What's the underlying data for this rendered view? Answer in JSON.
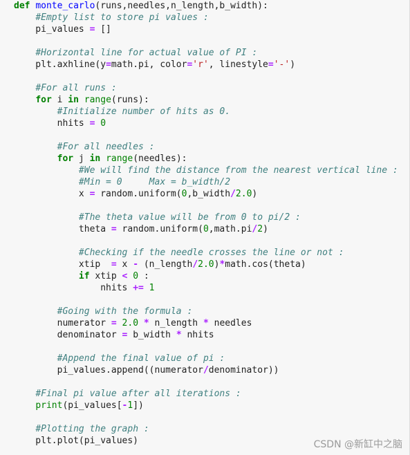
{
  "colors": {
    "keyword": "#008000",
    "function_name": "#0000ff",
    "comment": "#408080",
    "string": "#ba2121",
    "number": "#008000",
    "operator": "#aa22ff",
    "builtin": "#008000",
    "text": "#212121",
    "cell_background": "#f7f7f7"
  },
  "code_lines": [
    [
      [
        "kw",
        "def"
      ],
      [
        "p",
        " "
      ],
      [
        "def",
        "monte_carlo"
      ],
      [
        "p",
        "(runs,needles,n_length,b_width):"
      ]
    ],
    [
      [
        "p",
        "    "
      ],
      [
        "cm",
        "#Empty list to store pi values :"
      ]
    ],
    [
      [
        "p",
        "    pi_values "
      ],
      [
        "op",
        "="
      ],
      [
        "p",
        " []"
      ]
    ],
    [],
    [
      [
        "p",
        "    "
      ],
      [
        "cm",
        "#Horizontal line for actual value of PI :"
      ]
    ],
    [
      [
        "p",
        "    plt.axhline(y"
      ],
      [
        "op",
        "="
      ],
      [
        "p",
        "math.pi, color"
      ],
      [
        "op",
        "="
      ],
      [
        "str",
        "'r'"
      ],
      [
        "p",
        ", linestyle"
      ],
      [
        "op",
        "="
      ],
      [
        "str",
        "'-'"
      ],
      [
        "p",
        ")"
      ]
    ],
    [],
    [
      [
        "p",
        "    "
      ],
      [
        "cm",
        "#For all runs :"
      ]
    ],
    [
      [
        "p",
        "    "
      ],
      [
        "kw",
        "for"
      ],
      [
        "p",
        " i "
      ],
      [
        "kw",
        "in"
      ],
      [
        "p",
        " "
      ],
      [
        "bi",
        "range"
      ],
      [
        "p",
        "(runs):"
      ]
    ],
    [
      [
        "p",
        "        "
      ],
      [
        "cm",
        "#Initialize number of hits as 0."
      ]
    ],
    [
      [
        "p",
        "        nhits "
      ],
      [
        "op",
        "="
      ],
      [
        "p",
        " "
      ],
      [
        "num",
        "0"
      ]
    ],
    [],
    [
      [
        "p",
        "        "
      ],
      [
        "cm",
        "#For all needles :"
      ]
    ],
    [
      [
        "p",
        "        "
      ],
      [
        "kw",
        "for"
      ],
      [
        "p",
        " j "
      ],
      [
        "kw",
        "in"
      ],
      [
        "p",
        " "
      ],
      [
        "bi",
        "range"
      ],
      [
        "p",
        "(needles):"
      ]
    ],
    [
      [
        "p",
        "            "
      ],
      [
        "cm",
        "#We will find the distance from the nearest vertical line :"
      ]
    ],
    [
      [
        "p",
        "            "
      ],
      [
        "cm",
        "#Min = 0     Max = b_width/2"
      ]
    ],
    [
      [
        "p",
        "            x "
      ],
      [
        "op",
        "="
      ],
      [
        "p",
        " random.uniform("
      ],
      [
        "num",
        "0"
      ],
      [
        "p",
        ",b_width"
      ],
      [
        "op",
        "/"
      ],
      [
        "num",
        "2.0"
      ],
      [
        "p",
        ")"
      ]
    ],
    [],
    [
      [
        "p",
        "            "
      ],
      [
        "cm",
        "#The theta value will be from 0 to pi/2 :"
      ]
    ],
    [
      [
        "p",
        "            theta "
      ],
      [
        "op",
        "="
      ],
      [
        "p",
        " random.uniform("
      ],
      [
        "num",
        "0"
      ],
      [
        "p",
        ",math.pi"
      ],
      [
        "op",
        "/"
      ],
      [
        "num",
        "2"
      ],
      [
        "p",
        ")"
      ]
    ],
    [],
    [
      [
        "p",
        "            "
      ],
      [
        "cm",
        "#Checking if the needle crosses the line or not :"
      ]
    ],
    [
      [
        "p",
        "            xtip  "
      ],
      [
        "op",
        "="
      ],
      [
        "p",
        " x "
      ],
      [
        "op",
        "-"
      ],
      [
        "p",
        " (n_length"
      ],
      [
        "op",
        "/"
      ],
      [
        "num",
        "2.0"
      ],
      [
        "p",
        ")"
      ],
      [
        "op",
        "*"
      ],
      [
        "p",
        "math.cos(theta)"
      ]
    ],
    [
      [
        "p",
        "            "
      ],
      [
        "kw",
        "if"
      ],
      [
        "p",
        " xtip "
      ],
      [
        "op",
        "<"
      ],
      [
        "p",
        " "
      ],
      [
        "num",
        "0"
      ],
      [
        "p",
        " :"
      ]
    ],
    [
      [
        "p",
        "                nhits "
      ],
      [
        "op",
        "+="
      ],
      [
        "p",
        " "
      ],
      [
        "num",
        "1"
      ]
    ],
    [],
    [
      [
        "p",
        "        "
      ],
      [
        "cm",
        "#Going with the formula :"
      ]
    ],
    [
      [
        "p",
        "        numerator "
      ],
      [
        "op",
        "="
      ],
      [
        "p",
        " "
      ],
      [
        "num",
        "2.0"
      ],
      [
        "p",
        " "
      ],
      [
        "op",
        "*"
      ],
      [
        "p",
        " n_length "
      ],
      [
        "op",
        "*"
      ],
      [
        "p",
        " needles"
      ]
    ],
    [
      [
        "p",
        "        denominator "
      ],
      [
        "op",
        "="
      ],
      [
        "p",
        " b_width "
      ],
      [
        "op",
        "*"
      ],
      [
        "p",
        " nhits"
      ]
    ],
    [],
    [
      [
        "p",
        "        "
      ],
      [
        "cm",
        "#Append the final value of pi :"
      ]
    ],
    [
      [
        "p",
        "        pi_values.append((numerator"
      ],
      [
        "op",
        "/"
      ],
      [
        "p",
        "denominator))"
      ]
    ],
    [],
    [
      [
        "p",
        "    "
      ],
      [
        "cm",
        "#Final pi value after all iterations :"
      ]
    ],
    [
      [
        "p",
        "    "
      ],
      [
        "bi",
        "print"
      ],
      [
        "p",
        "(pi_values["
      ],
      [
        "op",
        "-"
      ],
      [
        "num",
        "1"
      ],
      [
        "p",
        "])"
      ]
    ],
    [],
    [
      [
        "p",
        "    "
      ],
      [
        "cm",
        "#Plotting the graph :"
      ]
    ],
    [
      [
        "p",
        "    plt.plot(pi_values)"
      ]
    ]
  ],
  "watermark": "CSDN @新缸中之脑"
}
